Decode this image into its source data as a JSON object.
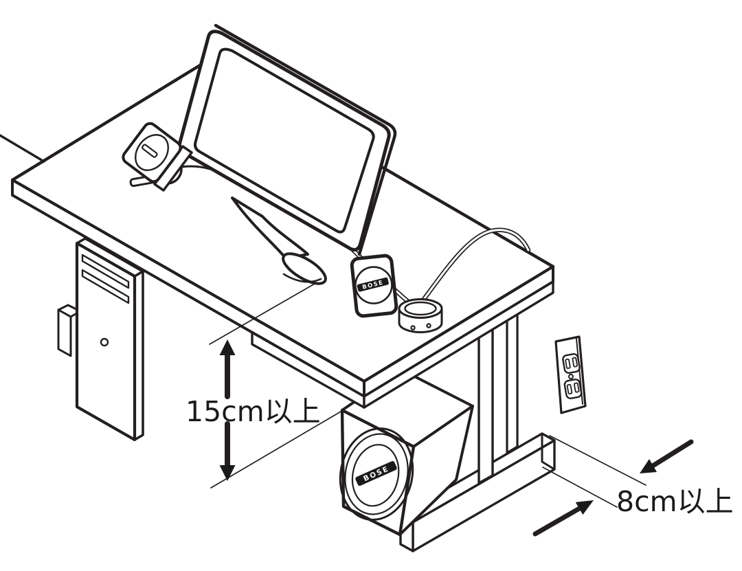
{
  "illustration": {
    "background_color": "#ffffff",
    "line_color": "#231f20",
    "scene_objects": [
      "desk",
      "flat-panel-monitor",
      "satellite-speaker-on-stand",
      "pc-tower",
      "media-remote",
      "volume-control-pod",
      "bass-module",
      "desk-leg",
      "floor-base-rail",
      "wall-outlet",
      "cables"
    ],
    "annotations": {
      "vertical_clearance": {
        "label": "15cm以上"
      },
      "horizontal_clearance": {
        "label": "8cm以上"
      }
    },
    "logos": {
      "bass_module": "BOSE",
      "media_remote": "BOSE"
    }
  }
}
